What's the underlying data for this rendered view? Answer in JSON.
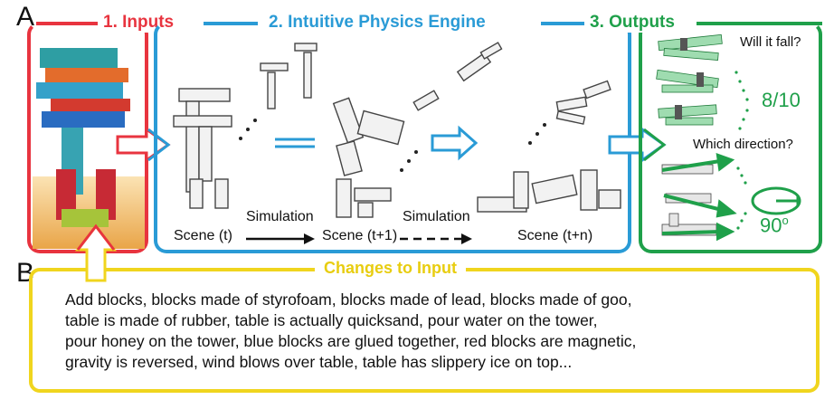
{
  "panel_labels": {
    "a": "A",
    "b": "B"
  },
  "sections": {
    "inputs": {
      "title": "1. Inputs",
      "color": "#e8343f"
    },
    "engine": {
      "title": "2. Intuitive Physics Engine",
      "color": "#2a9bd6"
    },
    "outputs": {
      "title": "3. Outputs",
      "color": "#1fa04a"
    },
    "changes": {
      "title": "Changes to Input",
      "color": "#f0d51e"
    }
  },
  "engine": {
    "scenes": [
      "Scene (t)",
      "Scene (t+1)",
      "Scene (t+n)"
    ],
    "simulation_labels": [
      "Simulation",
      "Simulation"
    ]
  },
  "outputs": {
    "q1": "Will it fall?",
    "q1_answer": "8/10",
    "q2": "Which direction?",
    "q2_answer": "90",
    "q2_answer_unit": "o"
  },
  "changes": {
    "lines": [
      "Add blocks, blocks made of styrofoam, blocks made of lead, blocks made of goo,",
      "table is made of rubber, table is actually quicksand, pour water on the tower,",
      "pour honey on the tower, blue blocks are glued together, red blocks are magnetic,",
      "gravity is reversed, wind blows over table, table has slippery ice on top..."
    ]
  }
}
